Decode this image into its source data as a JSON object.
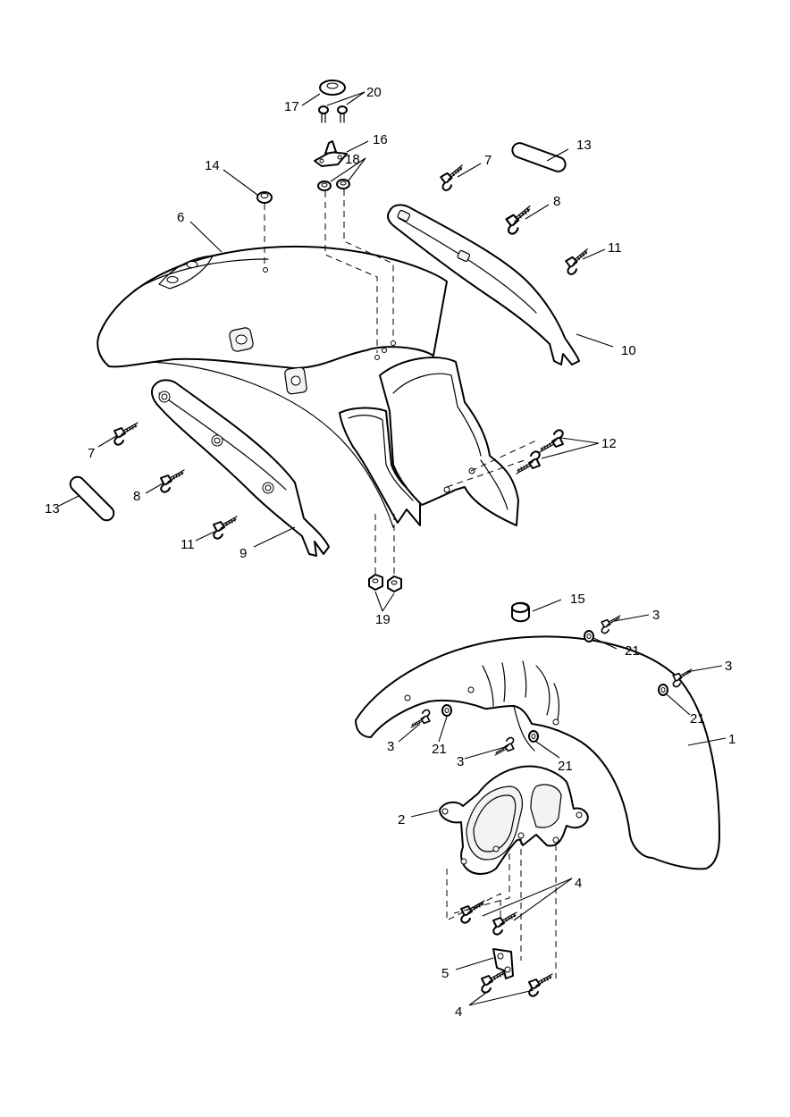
{
  "callouts": {
    "c1": "1",
    "c2": "2",
    "c3a": "3",
    "c3b": "3",
    "c3c": "3",
    "c3d": "3",
    "c4a": "4",
    "c4b": "4",
    "c5": "5",
    "c6": "6",
    "c7a": "7",
    "c7b": "7",
    "c8a": "8",
    "c8b": "8",
    "c9": "9",
    "c10": "10",
    "c11a": "11",
    "c11b": "11",
    "c12": "12",
    "c13a": "13",
    "c13b": "13",
    "c14": "14",
    "c15": "15",
    "c16": "16",
    "c17": "17",
    "c18": "18",
    "c19": "19",
    "c20": "20",
    "c21a": "21",
    "c21b": "21",
    "c21c": "21",
    "c21d": "21"
  }
}
